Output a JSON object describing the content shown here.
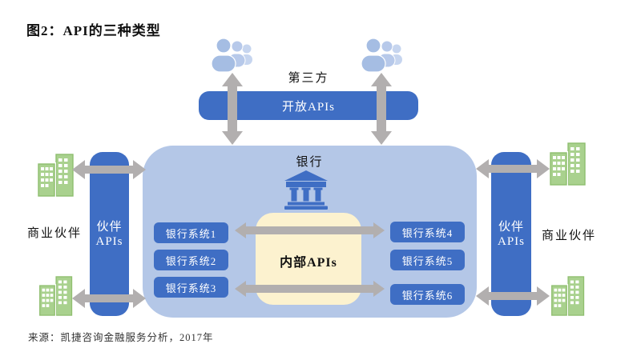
{
  "title": "图2：API的三种类型",
  "source": "来源：凯捷咨询金融服务分析，2017年",
  "third_party": {
    "label": "第三方"
  },
  "open_apis": {
    "label": "开放APIs"
  },
  "bank": {
    "label": "银行"
  },
  "internal_apis": {
    "label": "内部APIs"
  },
  "partner_left": {
    "label_line1": "伙伴",
    "label_line2": "APIs",
    "partner_label": "商业伙伴"
  },
  "partner_right": {
    "label_line1": "伙伴",
    "label_line2": "APIs",
    "partner_label": "商业伙伴"
  },
  "systems": {
    "left": [
      {
        "label": "银行系统1"
      },
      {
        "label": "银行系统2"
      },
      {
        "label": "银行系统3"
      }
    ],
    "right": [
      {
        "label": "银行系统4"
      },
      {
        "label": "银行系统5"
      },
      {
        "label": "银行系统6"
      }
    ]
  },
  "icons": {
    "third_party": "users-icon",
    "bank": "bank-building-icon",
    "business_partner": "office-buildings-icon",
    "flow": "double-headed-arrow"
  },
  "colors": {
    "primary_blue": "#3F6EC4",
    "container_blue": "#B4C7E7",
    "cream": "#FCF2CF",
    "partner_green": "#A9D18E",
    "partner_green_dark": "#8FBE6F",
    "arrow_gray": "#B2AFAF",
    "people_blue": "#A5BDE3"
  }
}
